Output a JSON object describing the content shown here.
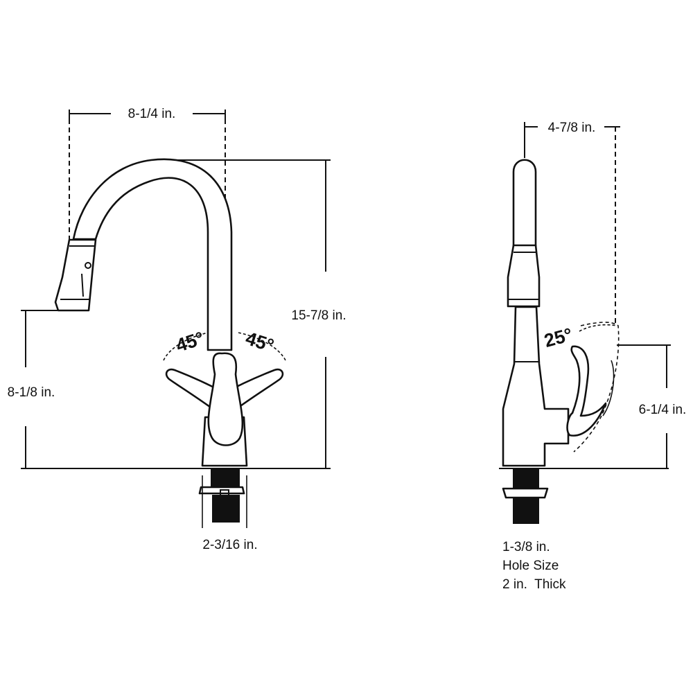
{
  "front_view": {
    "spout_reach": "8-1/4 in.",
    "total_height": "15-7/8 in.",
    "spout_height": "8-1/8 in.",
    "base_diameter": "2-3/16 in.",
    "handle_angle_left": "45°",
    "handle_angle_right": "45°"
  },
  "side_view": {
    "spout_depth": "4-7/8 in.",
    "handle_height": "6-1/4 in.",
    "handle_angle": "25°",
    "hole_size_line1": "1-3/8 in.",
    "hole_size_line2": "Hole Size",
    "hole_size_line3": "2 in.  Thick"
  }
}
